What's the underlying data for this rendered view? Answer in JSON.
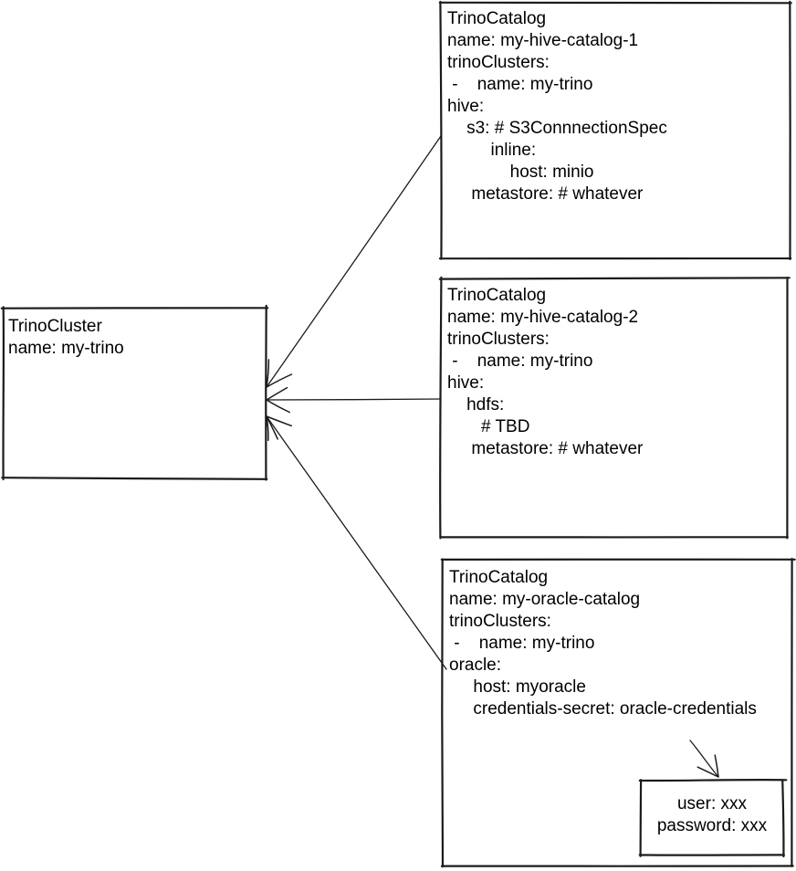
{
  "diagram": {
    "background_color": "#ffffff",
    "stroke_color": "#1b1b1b",
    "text_color": "#000000",
    "nodes": {
      "cluster": {
        "lines": [
          "TrinoCluster",
          "name: my-trino"
        ]
      },
      "catalog1": {
        "lines": [
          "TrinoCatalog",
          "name: my-hive-catalog-1",
          "trinoClusters:",
          " -    name: my-trino",
          "hive:",
          "    s3: # S3ConnnectionSpec",
          "         inline:",
          "             host: minio",
          "     metastore: # whatever"
        ]
      },
      "catalog2": {
        "lines": [
          "TrinoCatalog",
          "name: my-hive-catalog-2",
          "trinoClusters:",
          " -    name: my-trino",
          "hive:",
          "    hdfs:",
          "       # TBD",
          "     metastore: # whatever"
        ]
      },
      "catalog3": {
        "lines": [
          "TrinoCatalog",
          "name: my-oracle-catalog",
          "trinoClusters:",
          " -    name: my-trino",
          "oracle:",
          "     host: myoracle",
          "     credentials-secret: oracle-credentials"
        ]
      },
      "secret": {
        "lines": [
          "user: xxx",
          "password: xxx"
        ]
      }
    },
    "edges": [
      {
        "from": "catalog1",
        "to": "cluster"
      },
      {
        "from": "catalog2",
        "to": "cluster"
      },
      {
        "from": "catalog3",
        "to": "cluster"
      },
      {
        "from": "catalog3-credentials-secret",
        "to": "secret"
      }
    ]
  }
}
